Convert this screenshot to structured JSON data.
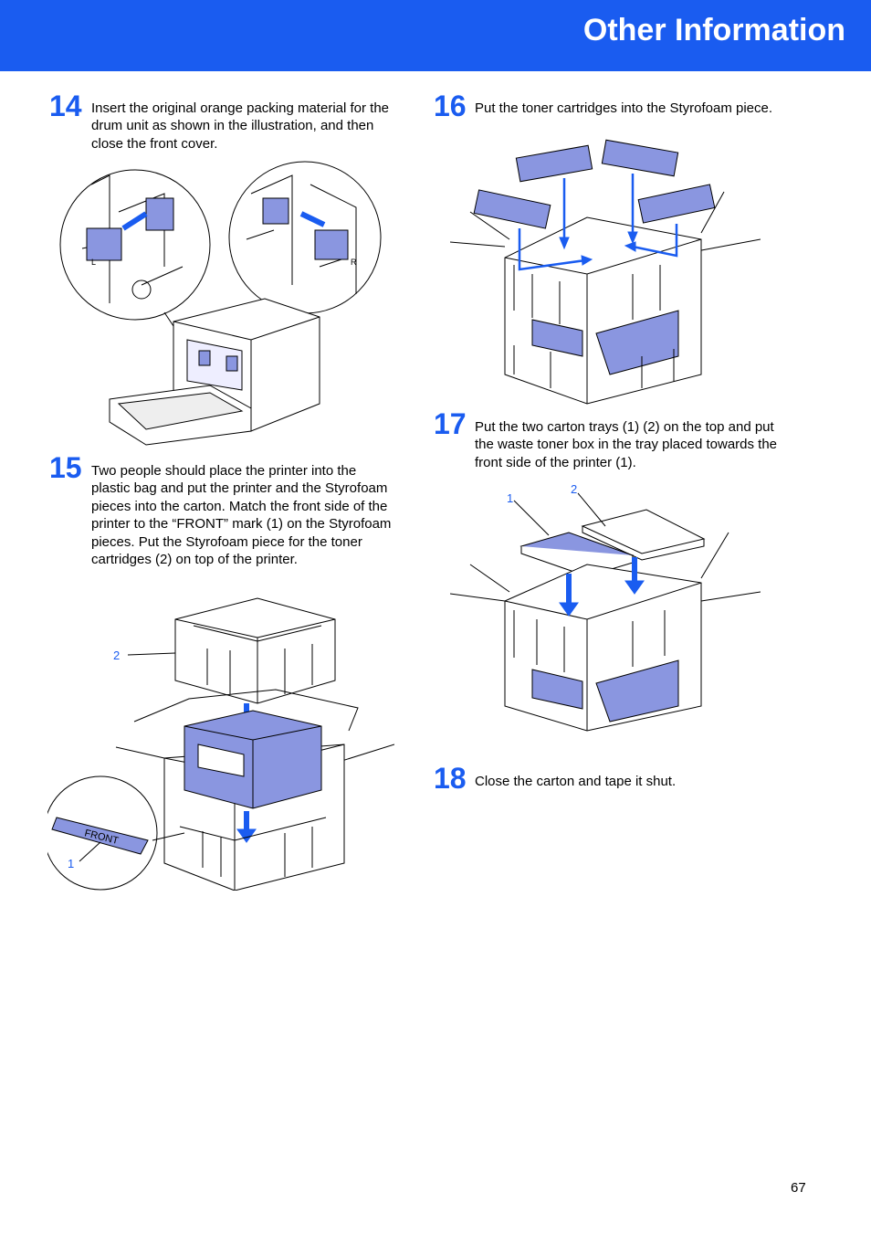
{
  "header": {
    "title": "Other Information"
  },
  "colors": {
    "accent": "#1a5cf0",
    "fill_blue": "#8a96e0"
  },
  "steps": [
    {
      "number": "14",
      "text": "Insert the original orange packing material for the drum unit as shown in the illustration, and then close the front cover."
    },
    {
      "number": "15",
      "text": "Two people should place the printer into the plastic bag and put the printer and the Styrofoam pieces into the carton. Match the front side of the printer to the “FRONT” mark (1) on the Styrofoam pieces. Put the Styrofoam piece for the toner cartridges (2) on top of the printer."
    },
    {
      "number": "16",
      "text": "Put the toner cartridges into the Styrofoam piece."
    },
    {
      "number": "17",
      "text": "Put the two carton trays (1) (2) on the top and put the waste toner box in the tray placed towards the front side of the printer (1)."
    },
    {
      "number": "18",
      "text": "Close the carton and tape it shut."
    }
  ],
  "figures": {
    "fig14": {
      "left_tab": "L",
      "right_tab": "R"
    },
    "fig15": {
      "callout_1": "1",
      "callout_2": "2",
      "front_mark": "FRONT"
    },
    "fig17": {
      "callout_1": "1",
      "callout_2": "2"
    }
  },
  "page_number": "67"
}
